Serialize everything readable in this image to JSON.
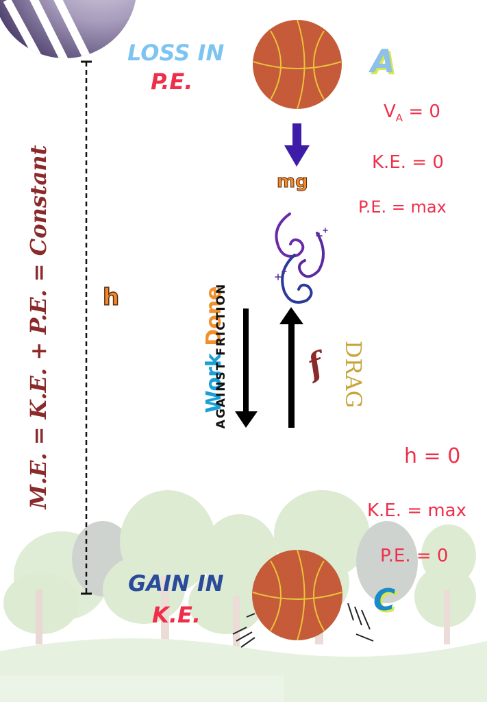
{
  "conservation": {
    "left": "M.E.",
    "eq1": "=",
    "ke": "K.E.",
    "plus": "+",
    "pe": "P.E.",
    "eq2": "=",
    "constant": "Constant"
  },
  "height_label": "h",
  "top": {
    "loss_in": "LOSS IN",
    "pe": "P.E.",
    "point": "A",
    "velocity": {
      "v": "V",
      "sub": "A",
      "rest": "= 0"
    },
    "ke": "K.E. = 0",
    "pe_value": "P.E. = max",
    "weight_label": "mg"
  },
  "middle": {
    "work": "Work",
    "done": "Done",
    "against_friction": "AGAINST FRICTION",
    "force_symbol": "f",
    "drag": "DRAG"
  },
  "bottom": {
    "h_value": "h = 0",
    "ke_value": "K.E. = max",
    "pe_value": "P.E. = 0",
    "gain_in": "GAIN IN",
    "ke": "K.E.",
    "point": "C"
  },
  "colors": {
    "ball": "#c65b3a",
    "ball_seams": "#e8c43a",
    "red_text": "#ef2f4a",
    "loss_blue": "#7ec4f0",
    "gain_blue": "#2a4a9a",
    "work_blue": "#1aa0d8",
    "done_orange": "#f0902a",
    "mg_orange": "#f08a2a",
    "drag_gold": "#c8a43a",
    "f_maroon": "#8a2a2a",
    "arrow_purple": "#3d1ca8",
    "constant_maroon": "#8a2a2a",
    "tree_green": "#dcebd2",
    "grass": "#e6f1df",
    "swirl_purple": "#6a2aa8",
    "swirl_blue": "#2a3a9a"
  },
  "icons": [
    "striped-ball-icon",
    "basketball-icon",
    "swirl-icon",
    "tree-icon",
    "arrow-down-icon",
    "arrow-up-icon"
  ]
}
